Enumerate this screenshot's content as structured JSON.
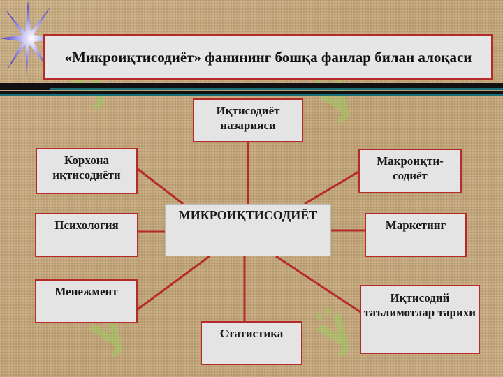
{
  "title": "«Микроиқтисодиёт» фанининг бошқа фанлар билан алоқаси",
  "center": "МИКРОИҚТИСОДИЁТ",
  "nodes": {
    "economic_theory": "Иқтисодиёт назарияси",
    "enterprise_economics": "Корхона иқтисодиёти",
    "macroeconomics": "Макроиқти-содиёт",
    "psychology": "Психология",
    "marketing": "Маркетинг",
    "management": "Менежмент",
    "statistics": "Статистика",
    "history_of_economic_thought": "Иқтисодий таълимотлар тарихи"
  },
  "colors": {
    "border": "#b52a2a",
    "box": "#e4e4e4",
    "background": "#c7a97b"
  },
  "decor": {
    "star": "star-burst-icon",
    "watermark": "watermark-logo"
  }
}
